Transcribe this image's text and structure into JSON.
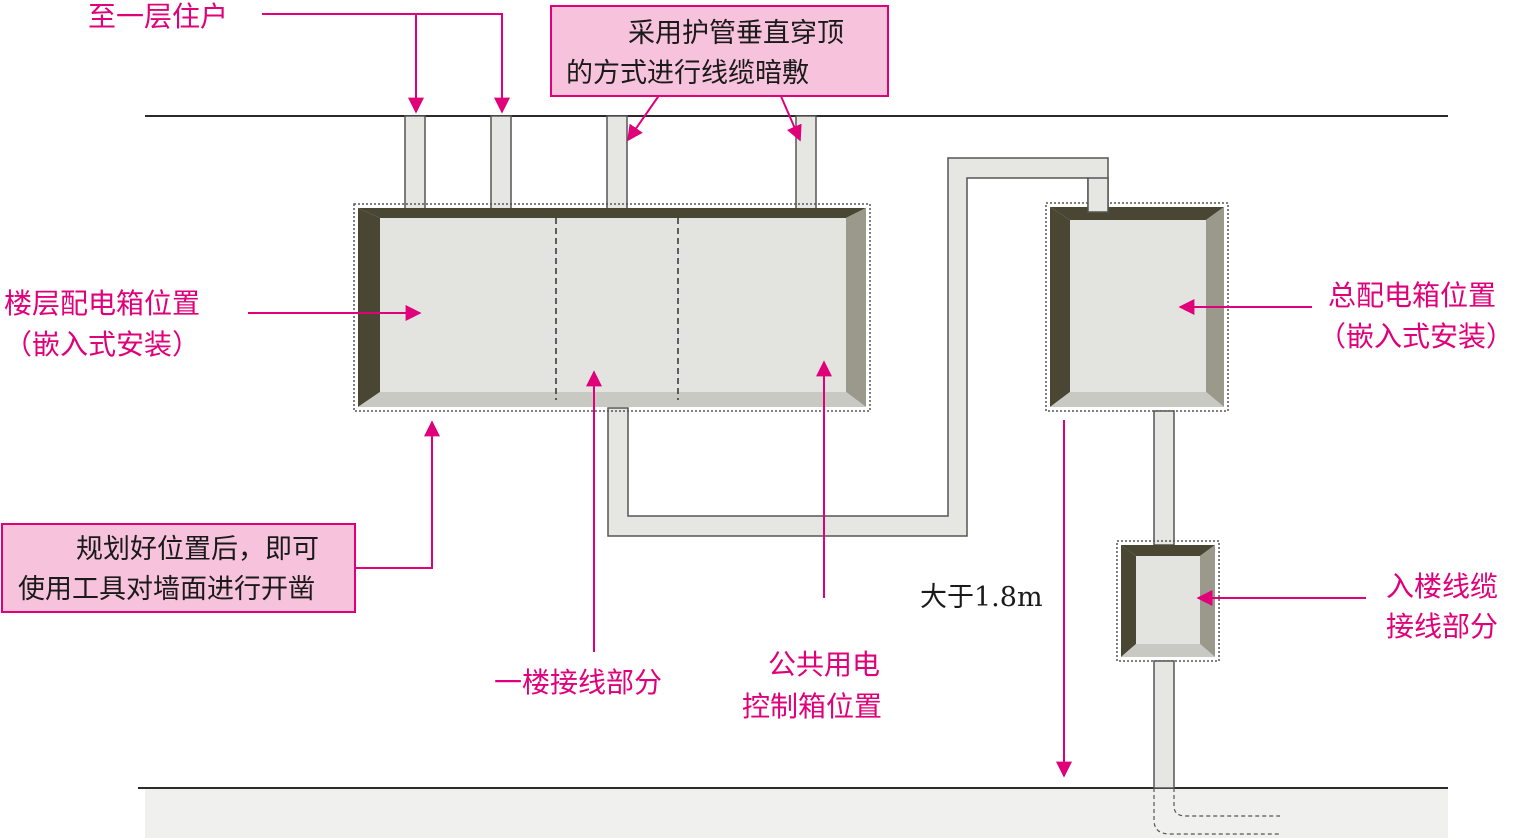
{
  "labels": {
    "to_first_floor": "至一层住户",
    "conduit_note_line1": "采用护管垂直穿顶",
    "conduit_note_line2": "的方式进行线缆暗敷",
    "floor_box_line1": "楼层配电箱位置",
    "floor_box_line2": "（嵌入式安装）",
    "main_box_line1": "总配电箱位置",
    "main_box_line2": "（嵌入式安装）",
    "slot_note_line1": "规划好位置后，即可",
    "slot_note_line2": "使用工具对墙面进行开凿",
    "first_floor_wiring": "一楼接线部分",
    "public_box_line1": "公共用电",
    "public_box_line2": "控制箱位置",
    "height_note": "大于1.8m",
    "entry_line1": "入楼线缆",
    "entry_line2": "接线部分"
  },
  "colors": {
    "annotation": "#e0007a",
    "note_fill": "#f7c3dc",
    "box_face": "#e3e3e0",
    "box_dark_bevel": "#4a4634",
    "box_light_bevel": "#9a998b",
    "conduit": "#e6e6e3",
    "line": "#2b2b2b"
  }
}
